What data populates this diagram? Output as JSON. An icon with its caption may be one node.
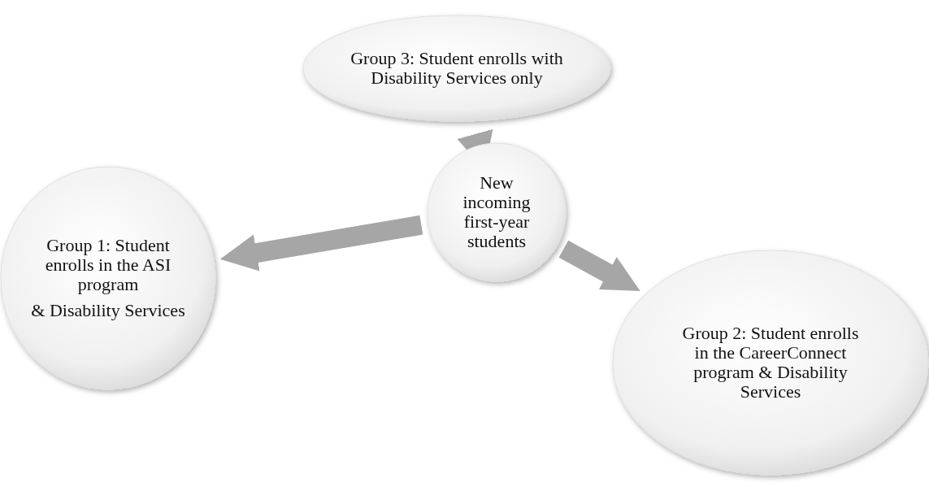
{
  "diagram": {
    "nodes": [
      {
        "text": [
          "Group 3: Student enrolls with Disability Services only"
        ]
      },
      {
        "text": [
          "New incoming first-year students"
        ]
      },
      {
        "text": [
          "Group 1: Student enrolls in the ASI program",
          "& Disability Services"
        ]
      },
      {
        "text": [
          "Group 2: Student enrolls in the CareerConnect program & Disability Services"
        ]
      }
    ],
    "edges": [
      {
        "from": 1,
        "to": 0,
        "arrow": "to"
      },
      {
        "from": 1,
        "to": 2,
        "arrow": "to"
      },
      {
        "from": 1,
        "to": 3,
        "arrow": "to"
      }
    ]
  }
}
